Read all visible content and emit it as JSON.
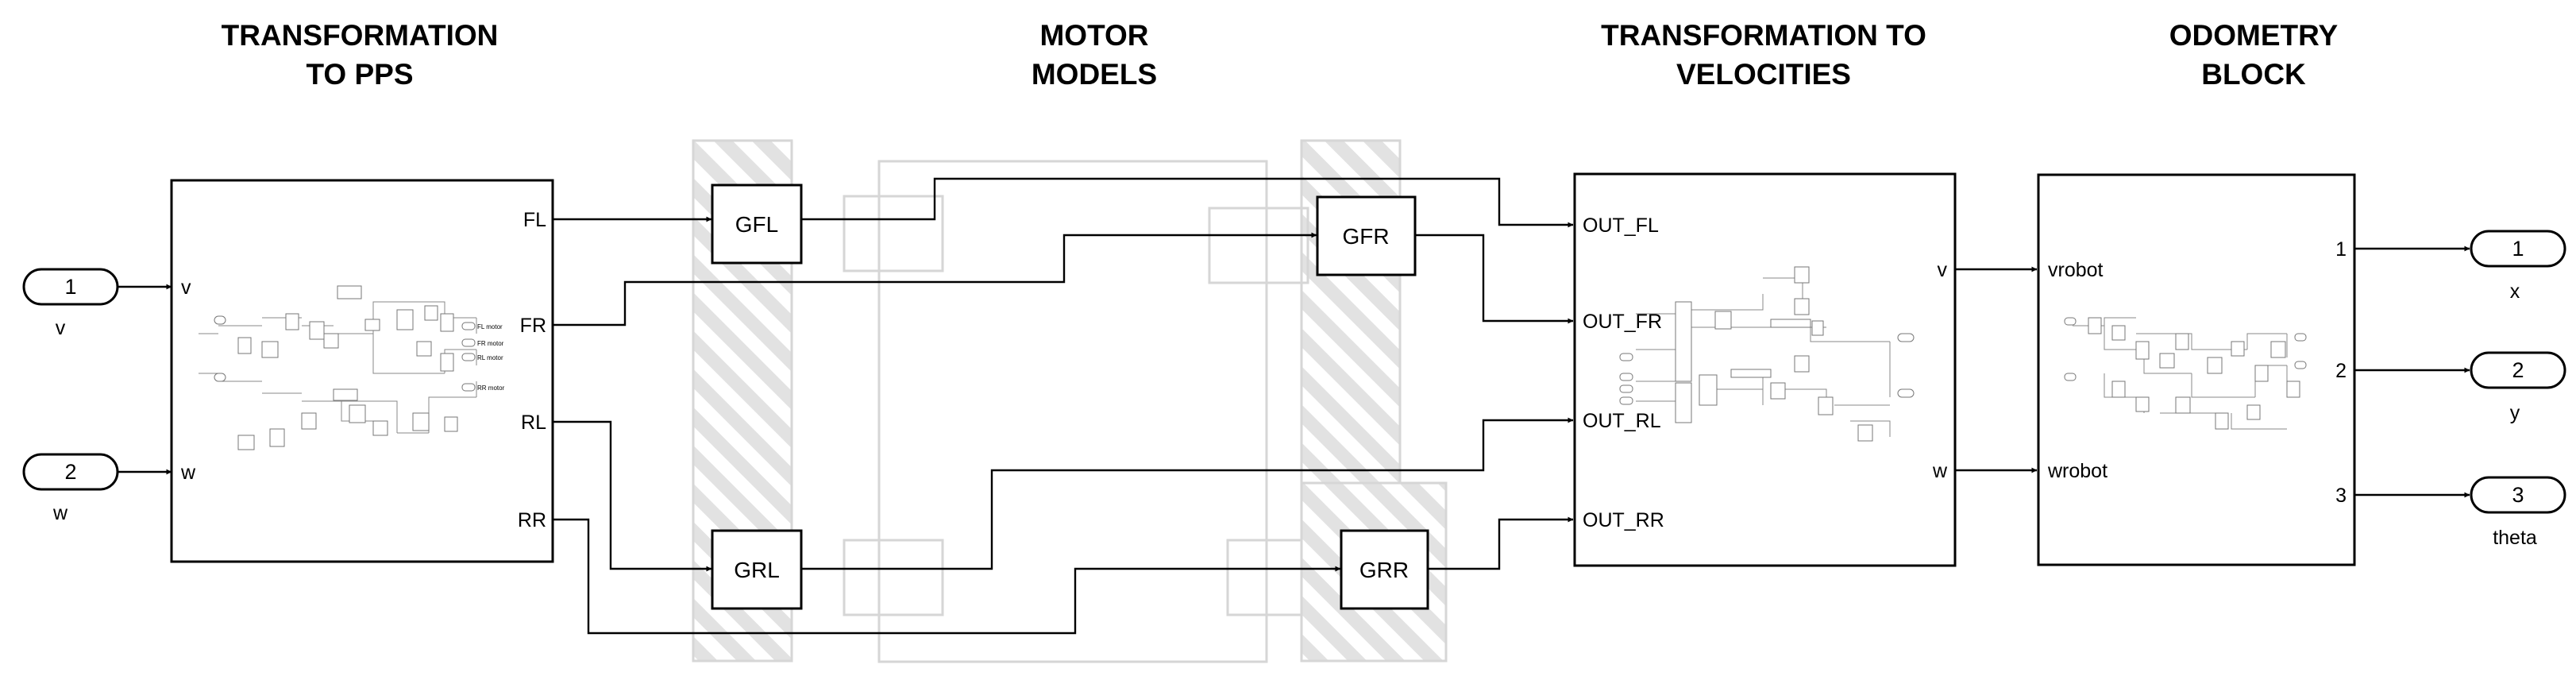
{
  "titles": {
    "pps": [
      "TRANSFORMATION",
      "TO PPS"
    ],
    "motor": [
      "MOTOR",
      "MODELS"
    ],
    "vel": [
      "TRANSFORMATION TO",
      "VELOCITIES"
    ],
    "odo": [
      "ODOMETRY",
      "BLOCK"
    ]
  },
  "inports": [
    {
      "num": "1",
      "name": "v"
    },
    {
      "num": "2",
      "name": "w"
    }
  ],
  "outports": [
    {
      "num": "1",
      "name": "x"
    },
    {
      "num": "2",
      "name": "y"
    },
    {
      "num": "3",
      "name": "theta"
    }
  ],
  "pps_block": {
    "inputs": [
      "v",
      "w"
    ],
    "outputs": [
      "FL",
      "FR",
      "RL",
      "RR"
    ]
  },
  "motor_blocks": [
    "GFL",
    "GFR",
    "GRL",
    "GRR"
  ],
  "vel_block": {
    "inputs": [
      "OUT_FL",
      "OUT_FR",
      "OUT_RL",
      "OUT_RR"
    ],
    "outputs": [
      "v",
      "w"
    ]
  },
  "odo_block": {
    "inputs": [
      "vrobot",
      "wrobot"
    ],
    "outputs": [
      "1",
      "2",
      "3"
    ]
  },
  "pps_internal_labels": [
    "FL motor",
    "FR motor",
    "RL motor",
    "RR motor"
  ]
}
